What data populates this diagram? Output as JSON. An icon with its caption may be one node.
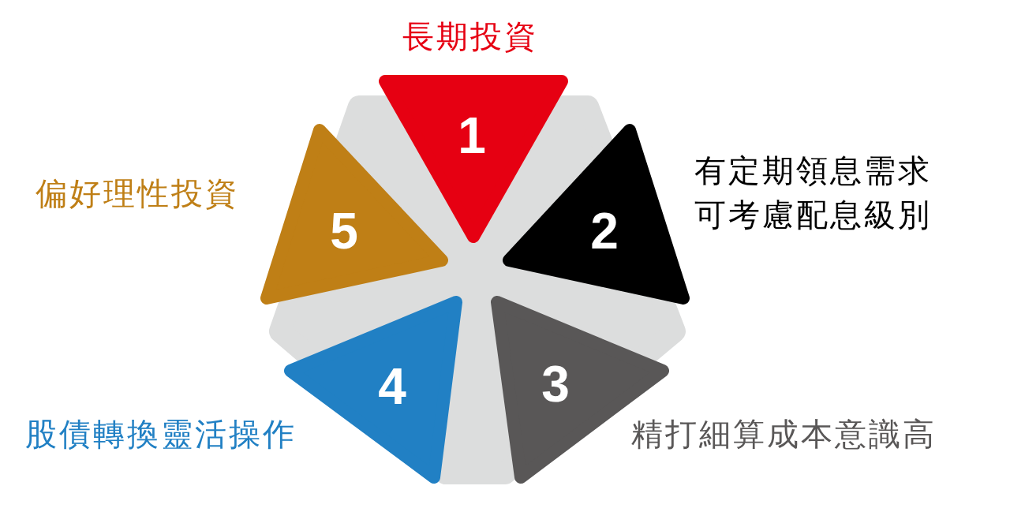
{
  "diagram": {
    "nodes": [
      {
        "text": [
          "1"
        ],
        "beside": [
          "長期投資"
        ]
      },
      {
        "text": [
          "2"
        ],
        "beside": [
          "有定期領息需求可考慮配息級別"
        ]
      },
      {
        "text": [
          "3"
        ],
        "beside": [
          "精打細算成本意識高"
        ]
      },
      {
        "text": [
          "4"
        ],
        "beside": [
          "股債轉換靈活操作"
        ]
      },
      {
        "text": [
          "5"
        ],
        "beside": [
          "偏好理性投資"
        ]
      }
    ]
  }
}
